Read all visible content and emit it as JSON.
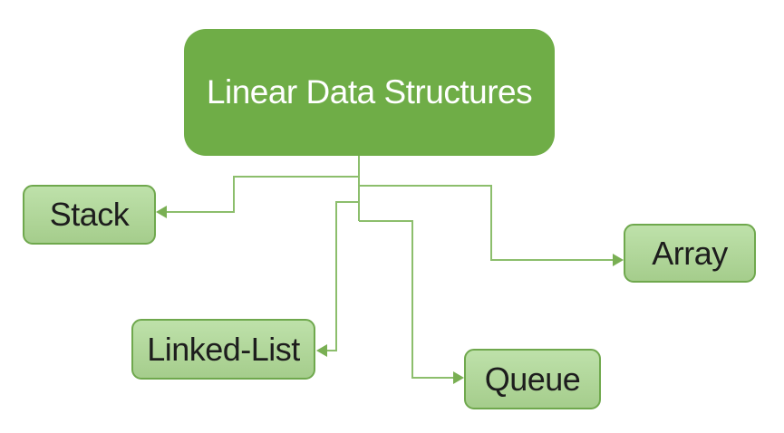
{
  "diagram": {
    "title": "Linear Data Structures",
    "root": {
      "id": "linear-data-structures",
      "label": "Linear Data Structures"
    },
    "children": [
      {
        "id": "stack",
        "label": "Stack"
      },
      {
        "id": "array",
        "label": "Array"
      },
      {
        "id": "linked-list",
        "label": "Linked-List"
      },
      {
        "id": "queue",
        "label": "Queue"
      }
    ],
    "colors": {
      "background": "#ffffff",
      "root_fill": "#6fad47",
      "root_text": "#ffffff",
      "child_fill_top": "#bee1aa",
      "child_fill_bottom": "#a5cd8c",
      "child_border": "#6fa84d",
      "child_text": "#1d1d1d",
      "connector": "#8cbe6c",
      "arrowhead": "#79af53"
    }
  }
}
